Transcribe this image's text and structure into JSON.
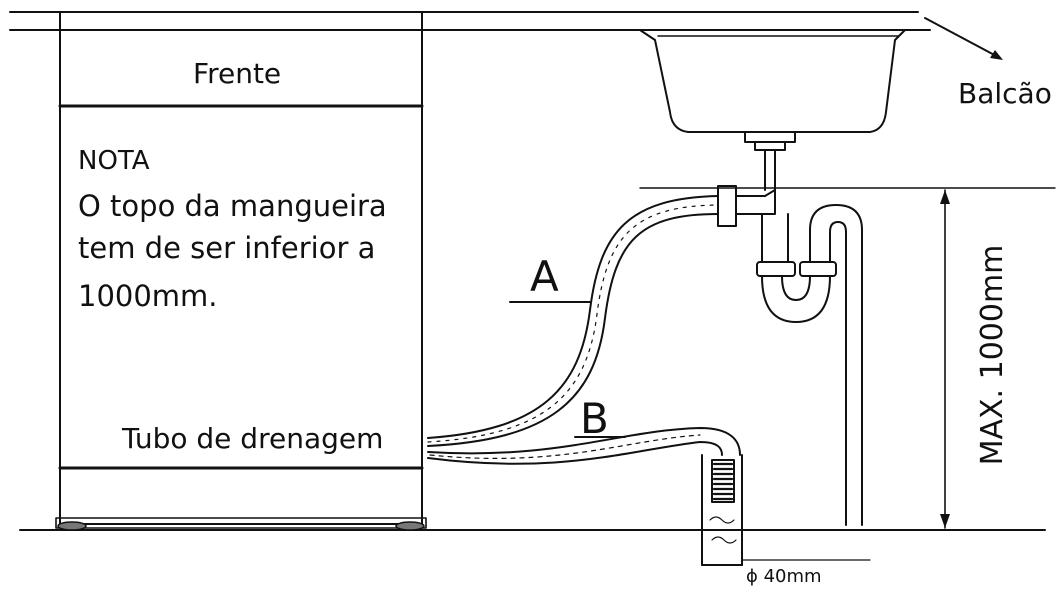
{
  "labels": {
    "front": "Frente",
    "note_title": "NOTA",
    "note_lines": [
      "O topo da mangueira",
      "tem de ser inferior a",
      "1000mm."
    ],
    "drain_tube": "Tubo de drenagem",
    "counter": "Balcão",
    "hose_a": "A",
    "hose_b": "B",
    "max_height": "MAX. 1000mm",
    "diameter": "ϕ 40mm"
  }
}
